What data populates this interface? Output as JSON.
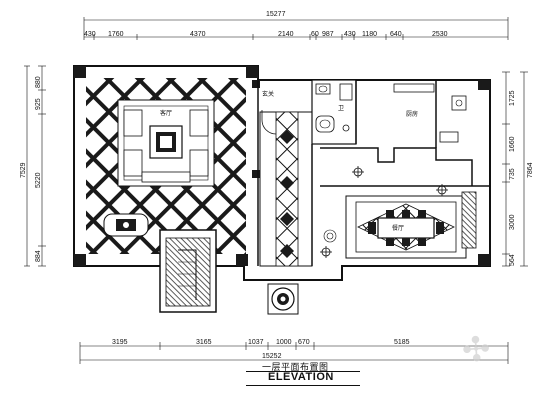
{
  "drawing": {
    "title_cn": "一层平面布置图",
    "title_en": "ELEVATION"
  },
  "dimensions": {
    "top_total": "15277",
    "top_segments": [
      "430",
      "1760",
      "4370",
      "2140",
      "60",
      "987",
      "430",
      "1180",
      "640",
      "2530"
    ],
    "bottom_total": "15252",
    "bottom_segments": [
      "3195",
      "3165",
      "1037",
      "1000",
      "670",
      "5185"
    ],
    "left_segments": [
      "880",
      "925",
      "7529",
      "5220",
      "884"
    ],
    "right_segments": [
      "1725",
      "1660",
      "7864",
      "735",
      "3000",
      "564"
    ]
  },
  "rooms": {
    "living": "客厅",
    "hall": "玄关",
    "guest_bath": "卫",
    "kitchen": "厨房",
    "dining": "餐厅"
  },
  "colors": {
    "line": "#111111",
    "fill_dark": "#1a1a1a",
    "paper": "#ffffff",
    "watermark": "#cfcfcf"
  }
}
